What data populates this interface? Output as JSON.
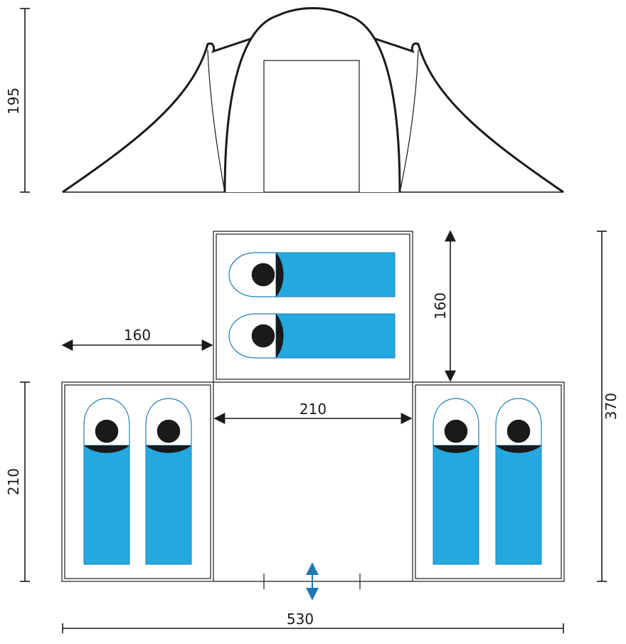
{
  "dimensions": {
    "height": "195",
    "width_top": "160",
    "left_depth": "160",
    "hall_width": "210",
    "cabin_depth": "210",
    "total_depth": "370",
    "total_width": "530"
  },
  "colors": {
    "bag": "#23a8e0",
    "bag_stroke": "#1f7fb3",
    "door_arrow": "#1f78b4",
    "line": "#1a1a1a"
  }
}
